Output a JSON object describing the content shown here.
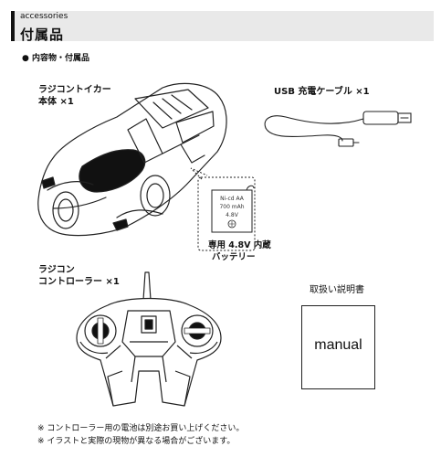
{
  "header": {
    "subtitle": "accessories",
    "title": "付属品"
  },
  "contents_label": "● 内容物・付属品",
  "car": {
    "line1": "ラジコントイカー",
    "line2": "本体 ×1",
    "icon": "rc-car-illustration"
  },
  "usb": {
    "label": "USB 充電ケーブル ×1",
    "icon": "usb-cable-illustration"
  },
  "battery": {
    "pack_lines": [
      "Ni-cd AA",
      "700 mAh",
      "4.8V"
    ],
    "line1": "専用 4.8V 内蔵",
    "line2": "バッテリー",
    "icon": "battery-pack-illustration"
  },
  "controller": {
    "line1": "ラジコン",
    "line2": "コントローラー ×1",
    "icon": "remote-controller-illustration"
  },
  "manual": {
    "label": "取扱い説明書",
    "cover_text": "manual"
  },
  "notes": [
    "※ コントローラー用の電池は別途お買い上げください。",
    "※ イラストと実際の現物が異なる場合がございます。"
  ]
}
